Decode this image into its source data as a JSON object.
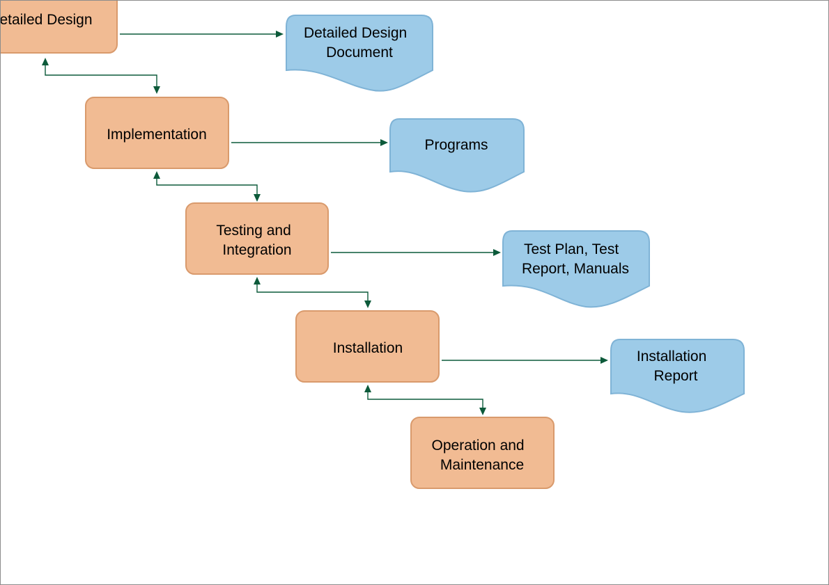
{
  "colors": {
    "phase_fill": "#f1bb93",
    "phase_stroke": "#d99a6c",
    "document_fill": "#9dcbe8",
    "document_stroke": "#7fb3d6",
    "connector": "#0c5a3a"
  },
  "phases": [
    {
      "id": "detailed-design",
      "lines": [
        "etailed Design"
      ]
    },
    {
      "id": "implementation",
      "lines": [
        "Implementation"
      ]
    },
    {
      "id": "testing-integration",
      "lines": [
        "Testing and",
        "Integration"
      ]
    },
    {
      "id": "installation",
      "lines": [
        "Installation"
      ]
    },
    {
      "id": "operation-maintenance",
      "lines": [
        "Operation and",
        "Maintenance"
      ]
    }
  ],
  "documents": [
    {
      "id": "detailed-design-document",
      "lines": [
        "Detailed Design",
        "Document"
      ]
    },
    {
      "id": "programs",
      "lines": [
        "Programs"
      ]
    },
    {
      "id": "test-plan-report-manuals",
      "lines": [
        "Test Plan, Test",
        "Report, Manuals"
      ]
    },
    {
      "id": "installation-report",
      "lines": [
        "Installation",
        "Report"
      ]
    }
  ]
}
